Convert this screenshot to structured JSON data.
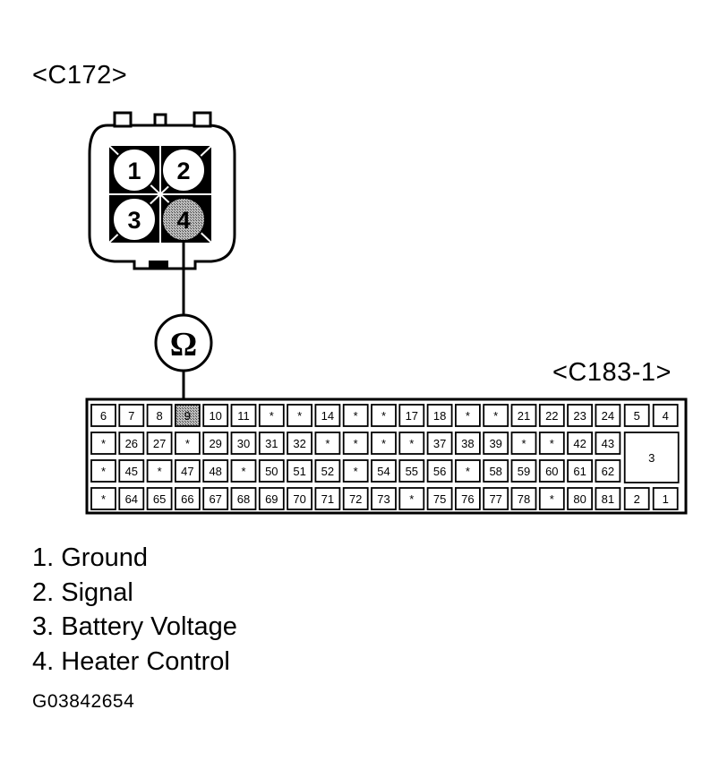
{
  "c172": {
    "label": "<C172>",
    "pins": [
      "1",
      "2",
      "3",
      "4"
    ]
  },
  "c183": {
    "label": "<C183-1>",
    "rows": [
      [
        "6",
        "7",
        "8",
        "9",
        "10",
        "11",
        "*",
        "*",
        "14",
        "*",
        "*",
        "17",
        "18",
        "*",
        "*",
        "21",
        "22",
        "23",
        "24"
      ],
      [
        "*",
        "26",
        "27",
        "*",
        "29",
        "30",
        "31",
        "32",
        "*",
        "*",
        "*",
        "*",
        "37",
        "38",
        "39",
        "*",
        "*",
        "42",
        "43"
      ],
      [
        "*",
        "45",
        "*",
        "47",
        "48",
        "*",
        "50",
        "51",
        "52",
        "*",
        "54",
        "55",
        "56",
        "*",
        "58",
        "59",
        "60",
        "61",
        "62"
      ],
      [
        "*",
        "64",
        "65",
        "66",
        "67",
        "68",
        "69",
        "70",
        "71",
        "72",
        "73",
        "*",
        "75",
        "76",
        "77",
        "78",
        "*",
        "80",
        "81"
      ]
    ],
    "right_block": {
      "top_row": [
        "5",
        "4"
      ],
      "middle": "3",
      "bottom_row": [
        "2",
        "1"
      ]
    }
  },
  "meter_symbol": "Ω",
  "legend": [
    {
      "num": "1.",
      "text": "Ground"
    },
    {
      "num": "2.",
      "text": "Signal"
    },
    {
      "num": "3.",
      "text": "Battery Voltage"
    },
    {
      "num": "4.",
      "text": "Heater Control"
    }
  ],
  "figure_id": "G03842654"
}
